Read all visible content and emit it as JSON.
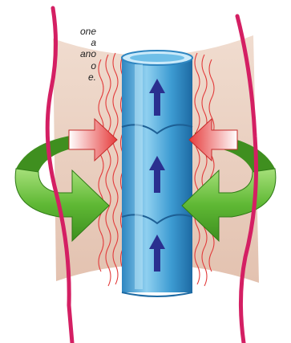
{
  "caption": {
    "lines": [
      "one",
      "a",
      "ano",
      "o",
      "e."
    ]
  },
  "colors": {
    "background": "#ffffff",
    "leg_outline": "#d41f63",
    "tissue_band": "#ecd3c4",
    "vein_blue": "#4aa6d6",
    "vein_light": "#9fd6f2",
    "vein_dark": "#1f6fa8",
    "flow_arrow": "#2a2f8f",
    "compression_arrow": "#e63b3b",
    "muscle_arrow": "#5fb834",
    "nerve_lines": "#e23b3b"
  },
  "icons": {
    "flow": "up-arrow-icon",
    "compression": "inward-arrow-icon",
    "muscle": "curved-arrow-icon"
  }
}
